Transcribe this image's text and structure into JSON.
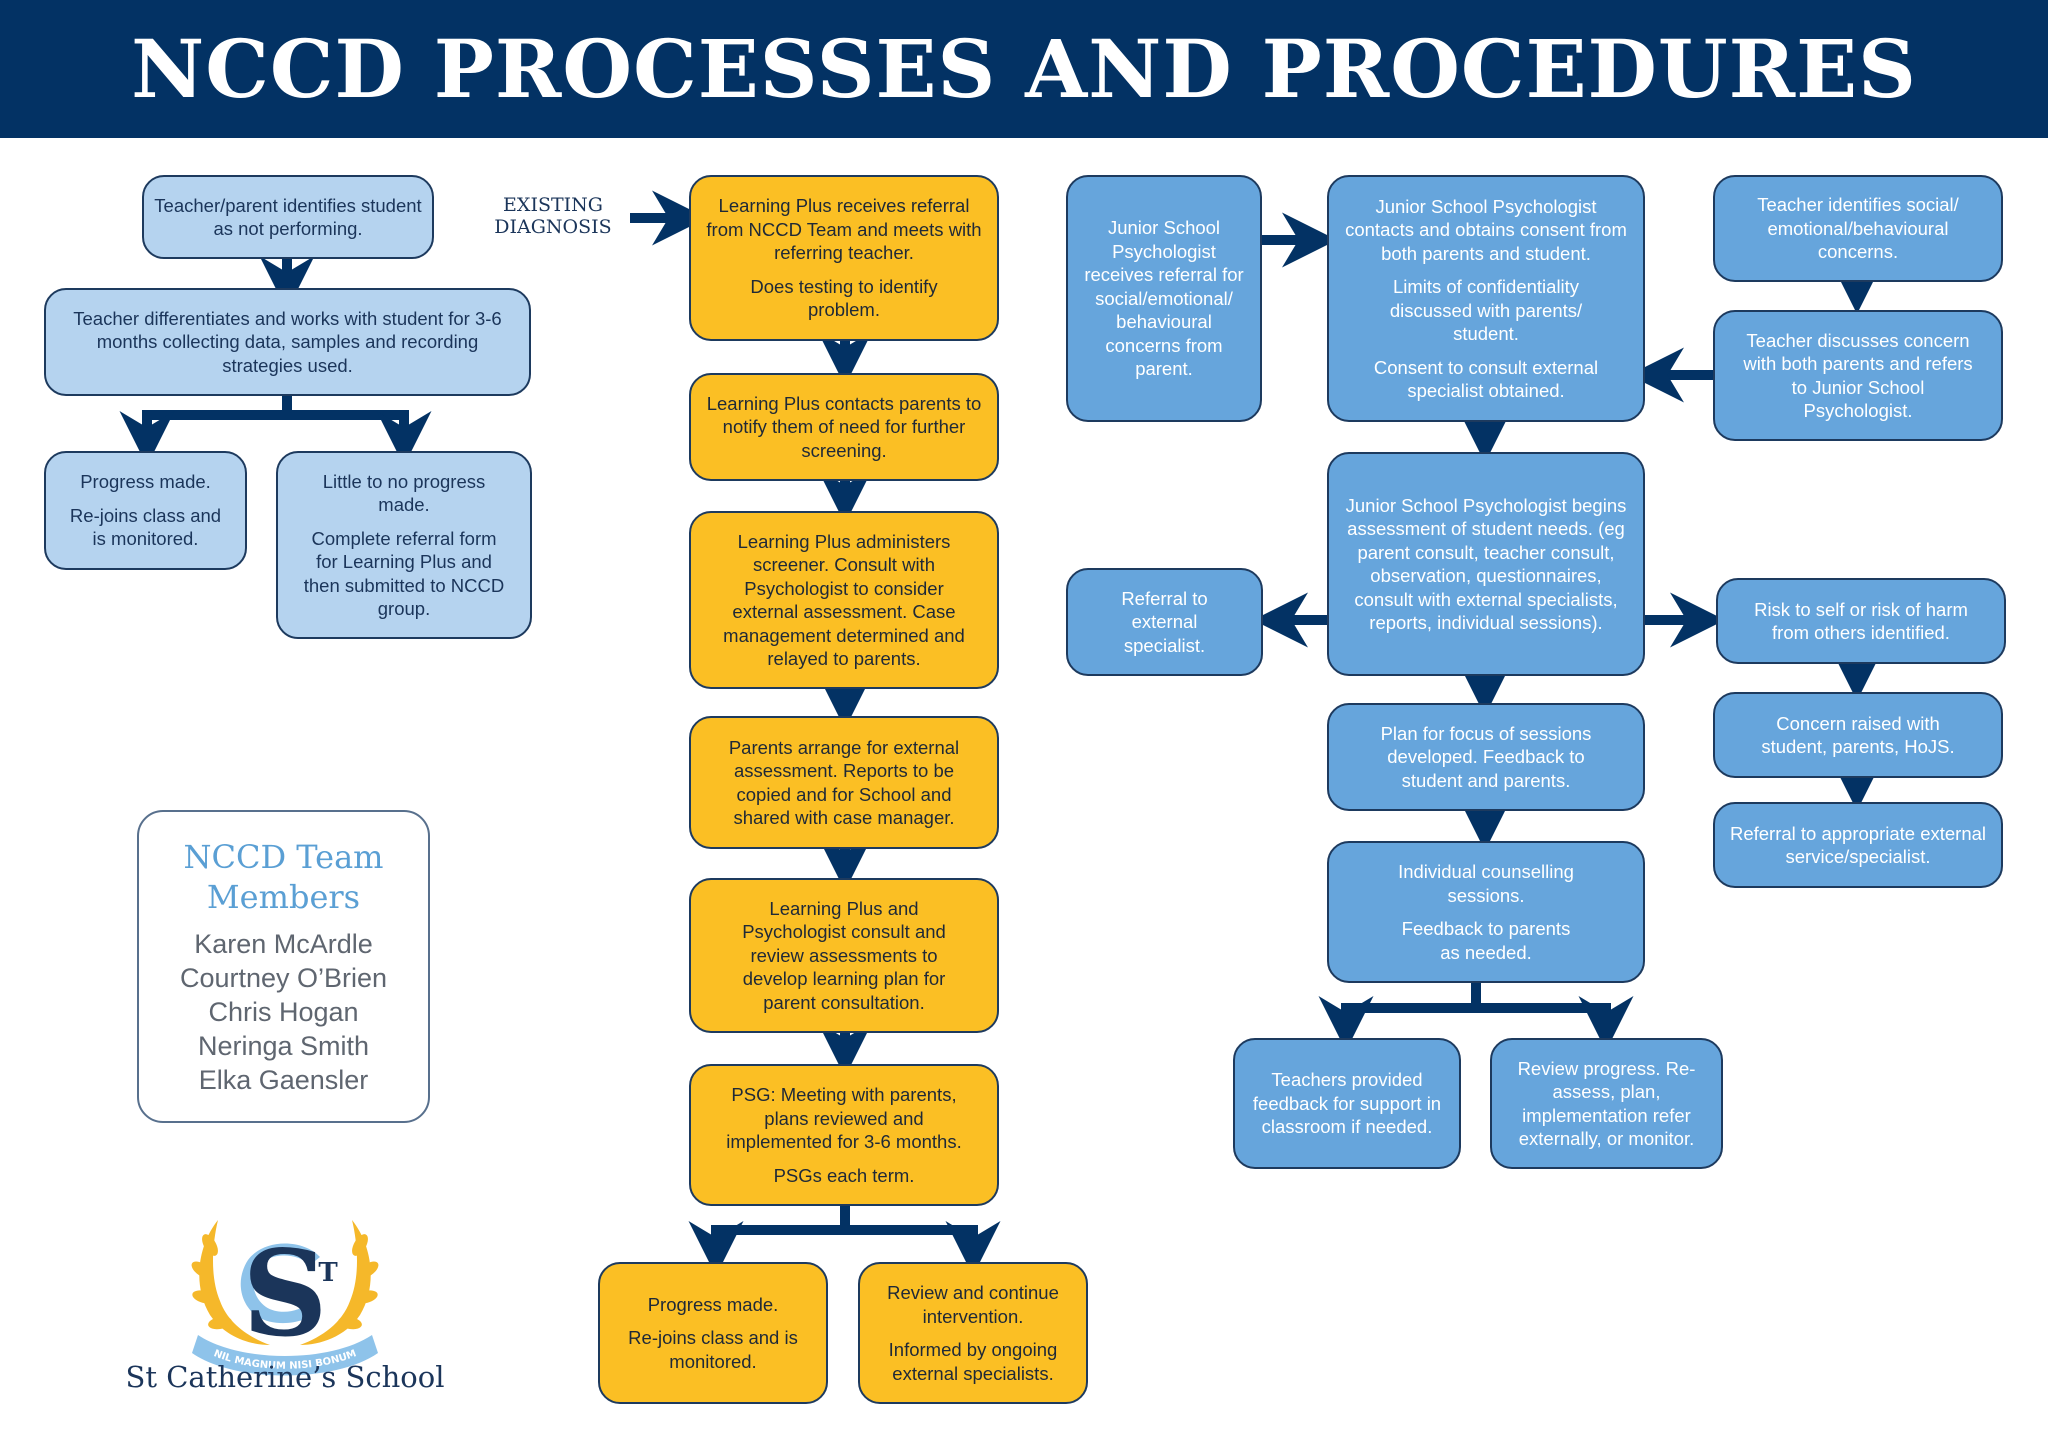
{
  "page": {
    "title": "NCCD PROCESSES AND PROCEDURES",
    "colors": {
      "header": "#033264",
      "arrow": "#033264",
      "teacher_box": "#b5d3ef",
      "learning_plus_box": "#fbbf24",
      "psychologist_box": "#66a5dc",
      "team_heading": "#5a9fd4"
    }
  },
  "teacher_track": {
    "start": {
      "lines": [
        "Teacher/parent identifies student as not performing."
      ]
    },
    "existing_diagnosis_label": "EXISTING DIAGNOSIS",
    "differentiate": {
      "lines": [
        "Teacher differentiates and works with student for 3-6 months collecting data, samples and recording strategies used."
      ]
    },
    "progress": {
      "lines": [
        "Progress made.",
        "Re-joins class and is monitored."
      ]
    },
    "no_progress": {
      "lines": [
        "Little to no progress made.",
        "Complete referral form for Learning Plus and then submitted to NCCD group."
      ]
    }
  },
  "learning_plus_track": {
    "steps": [
      {
        "lines": [
          "Learning Plus receives referral from NCCD Team and meets with referring teacher.",
          "Does testing to identify problem."
        ]
      },
      {
        "lines": [
          "Learning Plus contacts parents to notify them of need for further screening."
        ]
      },
      {
        "lines": [
          "Learning Plus administers screener. Consult with Psychologist to consider external assessment. Case management determined and relayed to parents."
        ]
      },
      {
        "lines": [
          "Parents arrange for external assessment. Reports to be copied and for School and shared with case manager."
        ]
      },
      {
        "lines": [
          "Learning Plus and Psychologist consult and review assessments to develop learning plan for parent consultation."
        ]
      },
      {
        "lines": [
          "PSG: Meeting with parents, plans reviewed and implemented for 3-6 months.",
          "PSGs each term."
        ]
      }
    ],
    "outcomes": [
      {
        "lines": [
          "Progress made.",
          "Re-joins class and is monitored."
        ]
      },
      {
        "lines": [
          "Review and continue intervention.",
          "Informed by ongoing external specialists."
        ]
      }
    ]
  },
  "psychologist_track": {
    "parent_referral": {
      "lines": [
        "Junior School Psychologist receives referral for social/emotional/ behavioural concerns from parent."
      ]
    },
    "consent": {
      "lines": [
        "Junior School Psychologist contacts and obtains consent from both parents and student.",
        "Limits of confidentiality discussed with parents/ student.",
        "Consent to consult external specialist obtained."
      ]
    },
    "teacher_identifies": {
      "lines": [
        "Teacher identifies social/ emotional/behavioural concerns."
      ]
    },
    "teacher_discusses": {
      "lines": [
        "Teacher discusses concern with both parents and refers to Junior School Psychologist."
      ]
    },
    "assessment": {
      "lines": [
        "Junior School Psychologist begins assessment of student needs. (eg parent consult, teacher consult, observation, questionnaires, consult with external specialists, reports, individual sessions)."
      ]
    },
    "external_referral": {
      "lines": [
        "Referral to external specialist."
      ]
    },
    "risk": {
      "lines": [
        "Risk to self or risk of harm from others identified."
      ]
    },
    "concern_raised": {
      "lines": [
        "Concern raised with student, parents, HoJS."
      ]
    },
    "appropriate_referral": {
      "lines": [
        "Referral to appropriate external service/specialist."
      ]
    },
    "plan": {
      "lines": [
        "Plan for focus of sessions developed. Feedback to student and parents."
      ]
    },
    "counselling": {
      "lines": [
        "Individual counselling sessions.",
        "Feedback to parents as needed."
      ]
    },
    "teacher_feedback": {
      "lines": [
        "Teachers provided feedback for support in classroom if needed."
      ]
    },
    "review": {
      "lines": [
        "Review progress. Re-assess, plan, implementation refer externally, or monitor."
      ]
    }
  },
  "team": {
    "heading": "NCCD Team Members",
    "members": [
      "Karen McArdle",
      "Courtney O’Brien",
      "Chris Hogan",
      "Neringa Smith",
      "Elka Gaensler"
    ]
  },
  "school": {
    "name": "St Catherine’s School",
    "motto": "NIL MAGNUM NISI BONUM",
    "monogram": "S",
    "monogram_small": "T"
  }
}
